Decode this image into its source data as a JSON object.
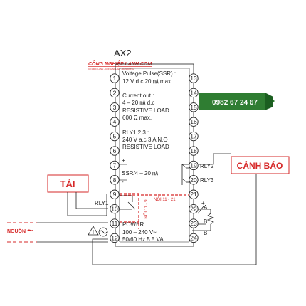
{
  "model": "AX2",
  "watermark": {
    "brand": "CÔNG NGHIỆP LANH.COM",
    "tagline": "CÔ ĐIỆN LẠNH - CÔNG NGHIỆP - DÂN DỤNG"
  },
  "phone": "0982 67 24 67",
  "colors": {
    "accent_red": "#d62828",
    "phone_green": "#2f7d32",
    "line": "#222222"
  },
  "left_specs": {
    "voltage_pulse": [
      "Voltage Pulse(SSR) :",
      "12 V d.c 20 ㎃ max."
    ],
    "current_out": [
      "Current out :",
      "4 – 20 ㎃ d.c",
      "RESISTIVE LOAD",
      "600 Ω max."
    ],
    "relay": [
      "RLY1,2,3 :",
      "240 V a.c 3 A N.O",
      "RESISTIVE LOAD"
    ],
    "ssr_label": "SSR/4 – 20 ㎃",
    "rly1_label": "RLY1",
    "power": [
      "POWER",
      "100 – 240 V~",
      "50/60 Hz 5.5 VA"
    ]
  },
  "right_labels": {
    "rly2": "RLY2",
    "rly3": "RLY3",
    "a": "A",
    "b1": "B",
    "b2": "B"
  },
  "terminals_left": [
    "1",
    "2",
    "3",
    "4",
    "5",
    "6",
    "7",
    "8",
    "9",
    "10",
    "11",
    "12"
  ],
  "terminals_right": [
    "13",
    "14",
    "15",
    "16",
    "17",
    "18",
    "19",
    "20",
    "21",
    "22",
    "23",
    "24"
  ],
  "signs": {
    "plus": "+",
    "minus": "-",
    "plus_right": "+"
  },
  "callouts": {
    "tai": "TẢI",
    "canh_bao": "CẢNH BÁO",
    "nguon": "NGUỒN",
    "tilde": "~",
    "noi_11_9": "NỐI 11 - 9",
    "noi_11_21": "NỐI 11 - 21"
  }
}
